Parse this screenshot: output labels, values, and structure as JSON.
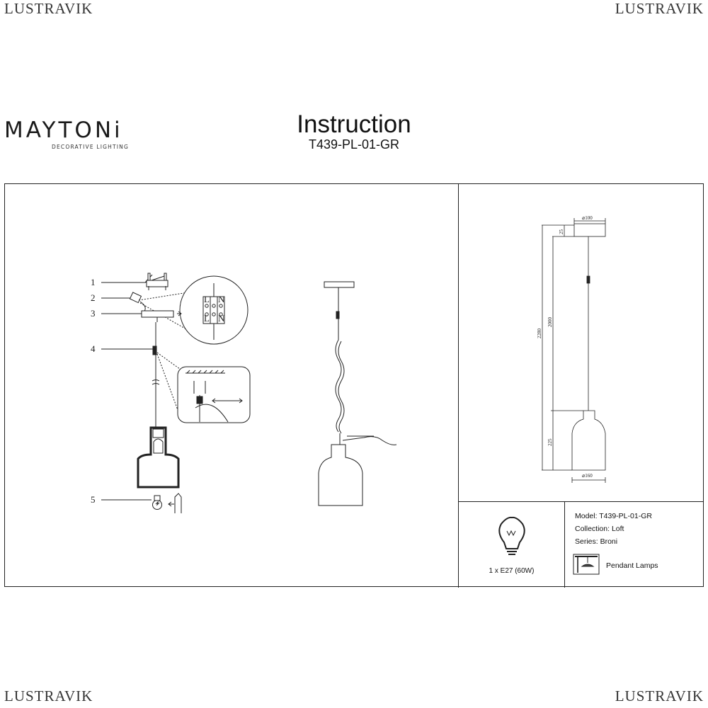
{
  "watermark": "LUSTRAVIK",
  "brand": {
    "name": "MAYTONi",
    "tagline": "DECORATIVE LIGHTING"
  },
  "header": {
    "title": "Instruction",
    "model": "T439-PL-01-GR"
  },
  "steps": [
    "1",
    "2",
    "3",
    "4",
    "5"
  ],
  "terminal": {
    "top_labels": [
      "L",
      "N"
    ],
    "bottom_labels": [
      "L",
      "N"
    ]
  },
  "dimensions": {
    "canopy_diameter": "⌀100",
    "canopy_height": "25",
    "total_height": "2280",
    "cable_length": "2000",
    "shade_height": "225",
    "shade_diameter": "⌀160"
  },
  "lamp": {
    "icon": "bulb-icon",
    "spec": "1 x E27 (60W)"
  },
  "info": {
    "model": "Model: T439-PL-01-GR",
    "collection": "Collection: Loft",
    "series": "Series: Broni",
    "type": "Pendant Lamps",
    "type_icon": "pendant-lamp-icon"
  }
}
